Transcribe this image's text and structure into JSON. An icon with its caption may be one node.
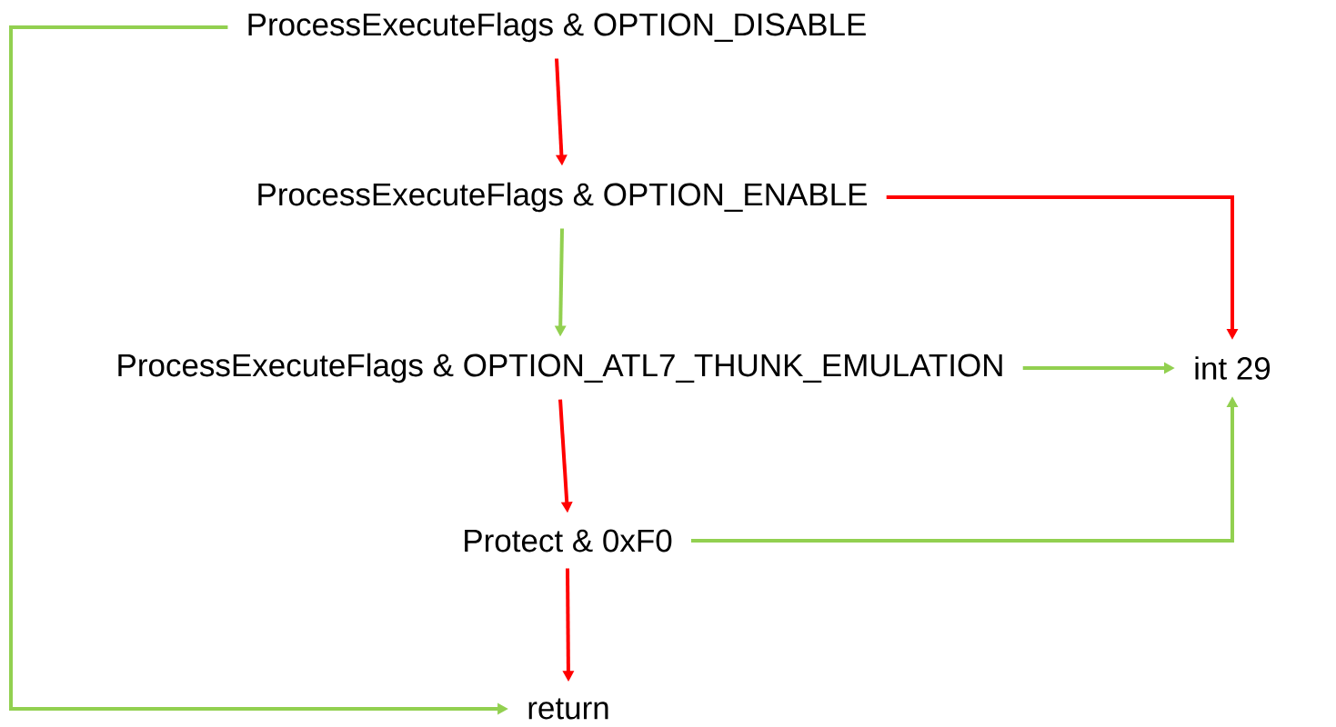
{
  "diagram": {
    "nodes": [
      {
        "text": [
          "ProcessExecuteFlags & OPTION_DISABLE"
        ]
      },
      {
        "text": [
          "ProcessExecuteFlags & OPTION_ENABLE"
        ]
      },
      {
        "text": [
          "ProcessExecuteFlags & OPTION_ATL7_THUNK_EMULATION"
        ]
      },
      {
        "text": [
          "int 29"
        ]
      },
      {
        "text": [
          "Protect & 0xF0"
        ]
      },
      {
        "text": [
          "return"
        ]
      }
    ],
    "edges": [
      {
        "from": 0,
        "to": 1,
        "arrow": "to",
        "color": "#ff0000"
      },
      {
        "from": 1,
        "to": 2,
        "arrow": "to",
        "color": "#92d050"
      },
      {
        "from": 1,
        "to": 3,
        "arrow": "to",
        "color": "#ff0000"
      },
      {
        "from": 2,
        "to": 3,
        "arrow": "to",
        "color": "#92d050"
      },
      {
        "from": 2,
        "to": 4,
        "arrow": "to",
        "color": "#ff0000"
      },
      {
        "from": 4,
        "to": 3,
        "arrow": "to",
        "color": "#92d050"
      },
      {
        "from": 4,
        "to": 5,
        "arrow": "to",
        "color": "#ff0000"
      },
      {
        "from": 0,
        "to": 5,
        "arrow": "to",
        "color": "#92d050"
      }
    ]
  }
}
